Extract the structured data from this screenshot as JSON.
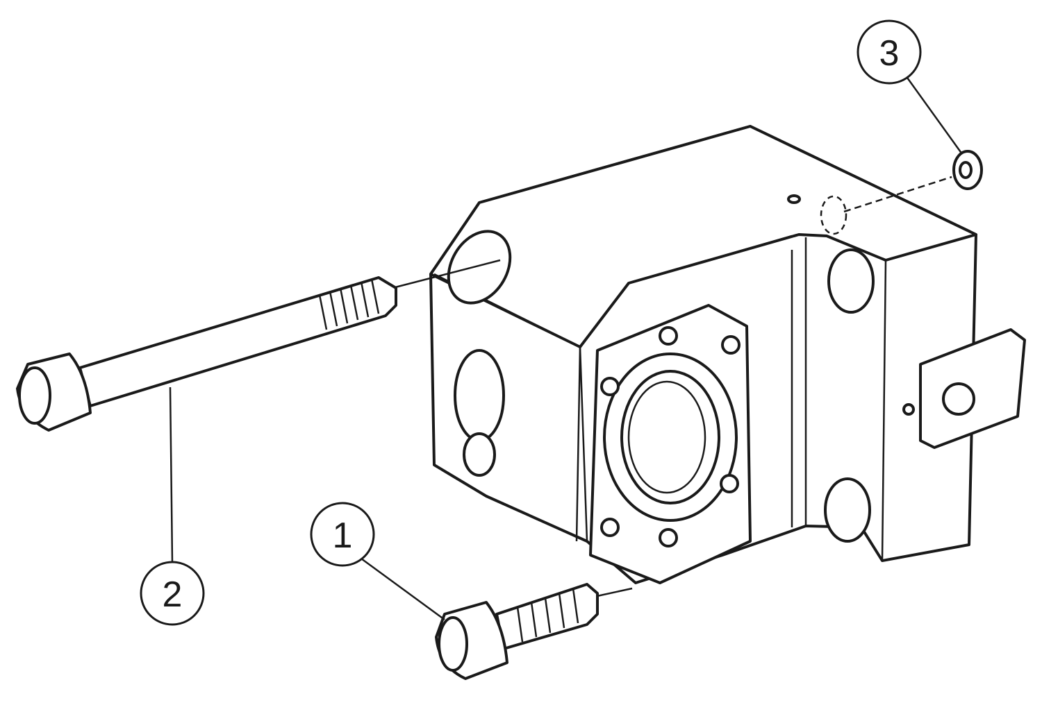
{
  "callouts": [
    {
      "label": "1",
      "part": "short-socket-head-screw"
    },
    {
      "label": "2",
      "part": "long-socket-head-screw"
    },
    {
      "label": "3",
      "part": "washer"
    }
  ],
  "colors": {
    "line": "#1a1a1a",
    "background": "#ffffff"
  }
}
